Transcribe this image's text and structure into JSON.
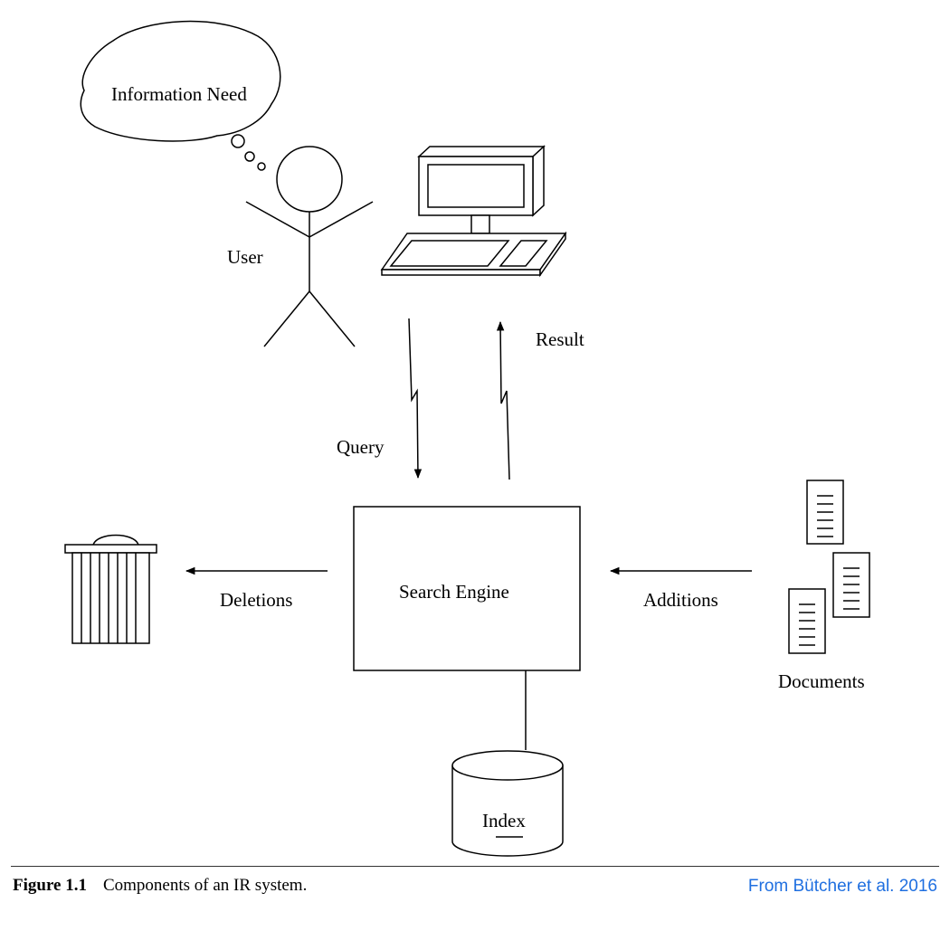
{
  "diagram": {
    "labels": {
      "information_need": "Information Need",
      "user": "User",
      "result": "Result",
      "query": "Query",
      "search_engine": "Search Engine",
      "deletions": "Deletions",
      "additions": "Additions",
      "documents": "Documents",
      "index": "Index"
    }
  },
  "caption": {
    "figure_number": "Figure 1.1",
    "text": "Components of an IR system."
  },
  "credit": "From Bütcher et al. 2016"
}
